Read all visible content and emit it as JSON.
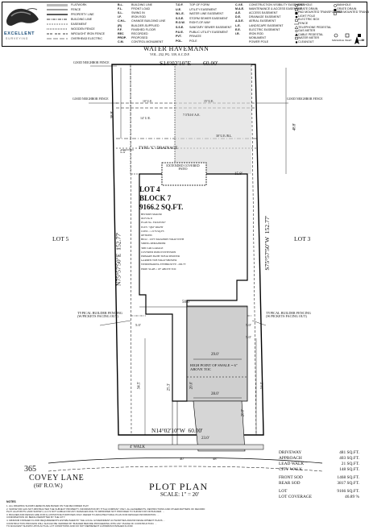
{
  "header": {
    "logo_text": "EXCELLENT",
    "logo_sub": "S U R V E Y I N G",
    "legend_col1": [
      {
        "abbr": "",
        "label": "FLATWORK"
      },
      {
        "abbr": "",
        "label": "FENCE"
      },
      {
        "abbr": "",
        "label": "PROPERTY LINE"
      },
      {
        "abbr": "",
        "label": "BUILDING LINE"
      },
      {
        "abbr": "",
        "label": "EASEMENT"
      },
      {
        "abbr": "",
        "label": "WOODEN FENCE"
      },
      {
        "abbr": "",
        "label": "WROUGHT IRON FENCE"
      },
      {
        "abbr": "",
        "label": "OVERHEAD ELECTRIC"
      }
    ],
    "legend_col2": [
      {
        "abbr": "B.L.",
        "label": "BUILDING LINE"
      },
      {
        "abbr": "F.L.",
        "label": "FRONT LOAD"
      },
      {
        "abbr": "S.L.",
        "label": "SWING IN"
      },
      {
        "abbr": "I.F.",
        "label": "IRON ROD"
      },
      {
        "abbr": "C.H.L.",
        "label": "CHANGE BUILDING LINE"
      },
      {
        "abbr": "(R)",
        "label": "BUILDER-SUPPLIED"
      },
      {
        "abbr": "F.F.",
        "label": "FINISHED FLOOR"
      },
      {
        "abbr": "REC",
        "label": "RECORDED"
      },
      {
        "abbr": "PROP.",
        "label": "PROPOSED"
      },
      {
        "abbr": "C.M.",
        "label": "CONTROL MONUMENT"
      }
    ],
    "legend_col3": [
      {
        "abbr": "T.O.F.",
        "label": "TOP OF FORM"
      },
      {
        "abbr": "U.E.",
        "label": "UTILITY EASEMENT"
      },
      {
        "abbr": "W.L.E.",
        "label": "WATER LINE EASEMENT"
      },
      {
        "abbr": "S.S.E.",
        "label": "STORM SEWER EASEMENT"
      },
      {
        "abbr": "R.O.W.",
        "label": "RIGHT-OF-WAY"
      },
      {
        "abbr": "S.S.E.",
        "label": "SANITARY SEWER EASEMENT"
      },
      {
        "abbr": "P.U.E.",
        "label": "PUBLIC UTILITY EASEMENT"
      },
      {
        "abbr": "PVT.",
        "label": "PRIVATE"
      },
      {
        "abbr": "POL.",
        "label": "POLE"
      }
    ],
    "legend_col4": [
      {
        "abbr": "C.V.E.",
        "label": "CONSTRUCTION VISIBILITY EASEMENT"
      },
      {
        "abbr": "M.A.E.",
        "label": "MAINTENANCE & ACCESS EASEMENT"
      },
      {
        "abbr": "A.E.",
        "label": "ACCESS EASEMENT"
      },
      {
        "abbr": "D.E.",
        "label": "DRAINAGE EASEMENT"
      },
      {
        "abbr": "A.D.E.",
        "label": "AERIAL EASEMENT"
      },
      {
        "abbr": "L.E.",
        "label": "LANDSCAPE EASEMENT"
      },
      {
        "abbr": "E.E.",
        "label": "ELECTRIC EASEMENT"
      },
      {
        "abbr": "I.R.",
        "label": "IRON ROD"
      },
      {
        "abbr": "",
        "label": "MONUMENT"
      },
      {
        "abbr": "",
        "label": "POWER POLE"
      }
    ],
    "legend_col5": [
      {
        "label": "MANHOLE"
      },
      {
        "label": "GRATE DRAIN"
      },
      {
        "label": "PAD MOUNTED TRANSFORMER"
      },
      {
        "label": "LIGHT POLE"
      },
      {
        "label": "ELECTRIC BOX"
      },
      {
        "label": "FENCE"
      },
      {
        "label": "TELEPHONE PEDESTAL"
      },
      {
        "label": "GAS METER"
      },
      {
        "label": "CABLE PEDESTAL"
      },
      {
        "label": "WATER METER"
      },
      {
        "label": "CLEANOUT"
      }
    ],
    "legend_col6": [
      {
        "label": "MANHOLE"
      },
      {
        "label": "GRATE DRAIN"
      },
      {
        "label": "PAD MOUNTED TRANSFORMER"
      }
    ],
    "legend_bottom": [
      {
        "label": "MANHOLE"
      },
      {
        "label": "INLET"
      },
      {
        "label": "VAULT"
      }
    ],
    "north_label": "N"
  },
  "plan": {
    "street_top": "WATER HAVEMANN",
    "street_top_ref": "VOL. 232, PG. 339, A.C.D.F.",
    "bearing_top": "S14°02'10\"E",
    "dist_top": "60.00'",
    "good_neighbor": "GOOD NEIGHBOR FENCE",
    "ue_labels": [
      "10' U.E.",
      "15' U.E.",
      "14' U.E.",
      "7.5'X16' A.E.",
      "30' U.E./B.L.",
      "10' B.L."
    ],
    "dim_left_top": "38.8'",
    "dim_right_top": "48.8'",
    "drainage": "TYPE \"C\" DRAINAGE",
    "setback_55": "5.5'",
    "setback_158": "15.8'",
    "patio_label": "EXTENDED COVERED PATIO",
    "lot": "LOT 4",
    "block": "BLOCK 7",
    "area_sqft": "9166.2 SQ.FT.",
    "lot_info": [
      "HISTORY MAKER",
      "OLIVIA II",
      "PLAN No. 3543225307",
      "ELEV. \"QM\" RIGHT",
      "CONC. = 2176 SQ.FT.",
      "OPTIONS:",
      "BD12 - 10 FT MASONRY WRAP WITH",
      "SIDING REMAINDER",
      "3RD CAR GARAGE",
      "COVERED PATIO EXTENSION",
      "PRIMARY BATH TUB & SHOWER",
      "GARDEN TUB WRAP SHOWER",
      "WEDDINGRING EYEBROW FP - 200.75'",
      "PROP. SLAB = 18\" ABOVE TOC"
    ],
    "lot_left": "LOT 5",
    "lot_right": "LOT 3",
    "bearing_left": "N75°57'50\"E",
    "dist_left": "152.77'",
    "bearing_right": "S75°57'50\"W",
    "dist_right": "152.77'",
    "side_5l": "5.0'",
    "side_5r": "5.0'",
    "side_5r2": "5.0'",
    "dim_50": "50.0'",
    "typical_fence": "TYPICAL BUILDER FENCING (W/PICKETS FACING OUT)",
    "dim_290": "29.0'",
    "dim_280": "28.0'",
    "dim_345l": "34.5'",
    "dim_345r": "34.5'",
    "dim_253": "25.3'",
    "dim_20": "20.0'",
    "dim_20b": "20.0'",
    "high_point": "HIGH POINT OF SWALE = 6\" ABOVE TOC",
    "bearing_bottom": "N14°02'10\"W",
    "dist_bottom": "60.00'",
    "dim_230": "23.0'",
    "walk_4": "4' WALK",
    "dim_40a": "40'",
    "dim_48": "48'",
    "house_no": "365",
    "street_bottom": "COVEY LANE",
    "row_bottom": "(60' R.O.W.)"
  },
  "areas": [
    {
      "label": "DRIVEWAY",
      "value": "481 SQ.FT."
    },
    {
      "label": "APPROACH",
      "value": "403 SQ.FT."
    },
    {
      "label": "LEAD WALK",
      "value": "21 SQ.FT."
    },
    {
      "label": "CITY WALK",
      "value": "148 SQ.FT."
    },
    {
      "label": "FRONT SOD",
      "value": "1468 SQ.FT."
    },
    {
      "label": "REAR SOD",
      "value": "3817 SQ.FT."
    },
    {
      "label": "LOT",
      "value": "9166 SQ.FT."
    },
    {
      "label": "LOT COVERAGE",
      "value": "46.89 %"
    }
  ],
  "title": {
    "main": "PLOT PLAN",
    "scale": "SCALE: 1\" = 20'"
  },
  "notes": {
    "heading": "NOTES",
    "lines": [
      "1. ALL DRAWING SHOWN HEREON ARE BASED ON THE RECORDED PLAT.",
      "2. SURVEYOR HAS NOT ABSTRACTED THE SUBJECT PROPERTY. INFORMATION BY TITLE COMPANY ONLY. ALL EASEMENTS, RESTRICTIONS AND OTHER MATTERS OF RECORD",
      "   PLAT. ALLPOINTS LAND SURVEY, LLC IS NOT LIABLE FOR ANY DAMAGES DUE TO IMPROPER NOT PROVIDED TO SURVEYOR OR BUILDER. ...",
      "3. BUILDER AND DESIGN ARE FOR ILLUSTRATIVE PURPOSES ONLY. REFER TO ARCHITECTURAL PLAN FOR DETAILED INFORMATION. ...",
      "   CONFIRMATION OF BEING PERMITTED BY THE CITY.",
      "4. MINIMUM FINISHED FLOOR REQUIREMENTS ESTABLISHED BY THE LOCAL GOVERNMENT AUTHORITIES AND/OR DEVELOPMENT PLANS ...",
      "   CONSTRUCTION PROCESS WILL SHOULD BE VERIFIED BY BUILDER BEFORE PROCEEDING WITH ANY PHASE OF CONSTRUCTION. ...",
      "   TO ADJACENT SHOWN UPON ACTUAL LOT CONDITIONS AND DO NOT REPRESENT A MINIMUM FINISHED FLOOR."
    ]
  }
}
